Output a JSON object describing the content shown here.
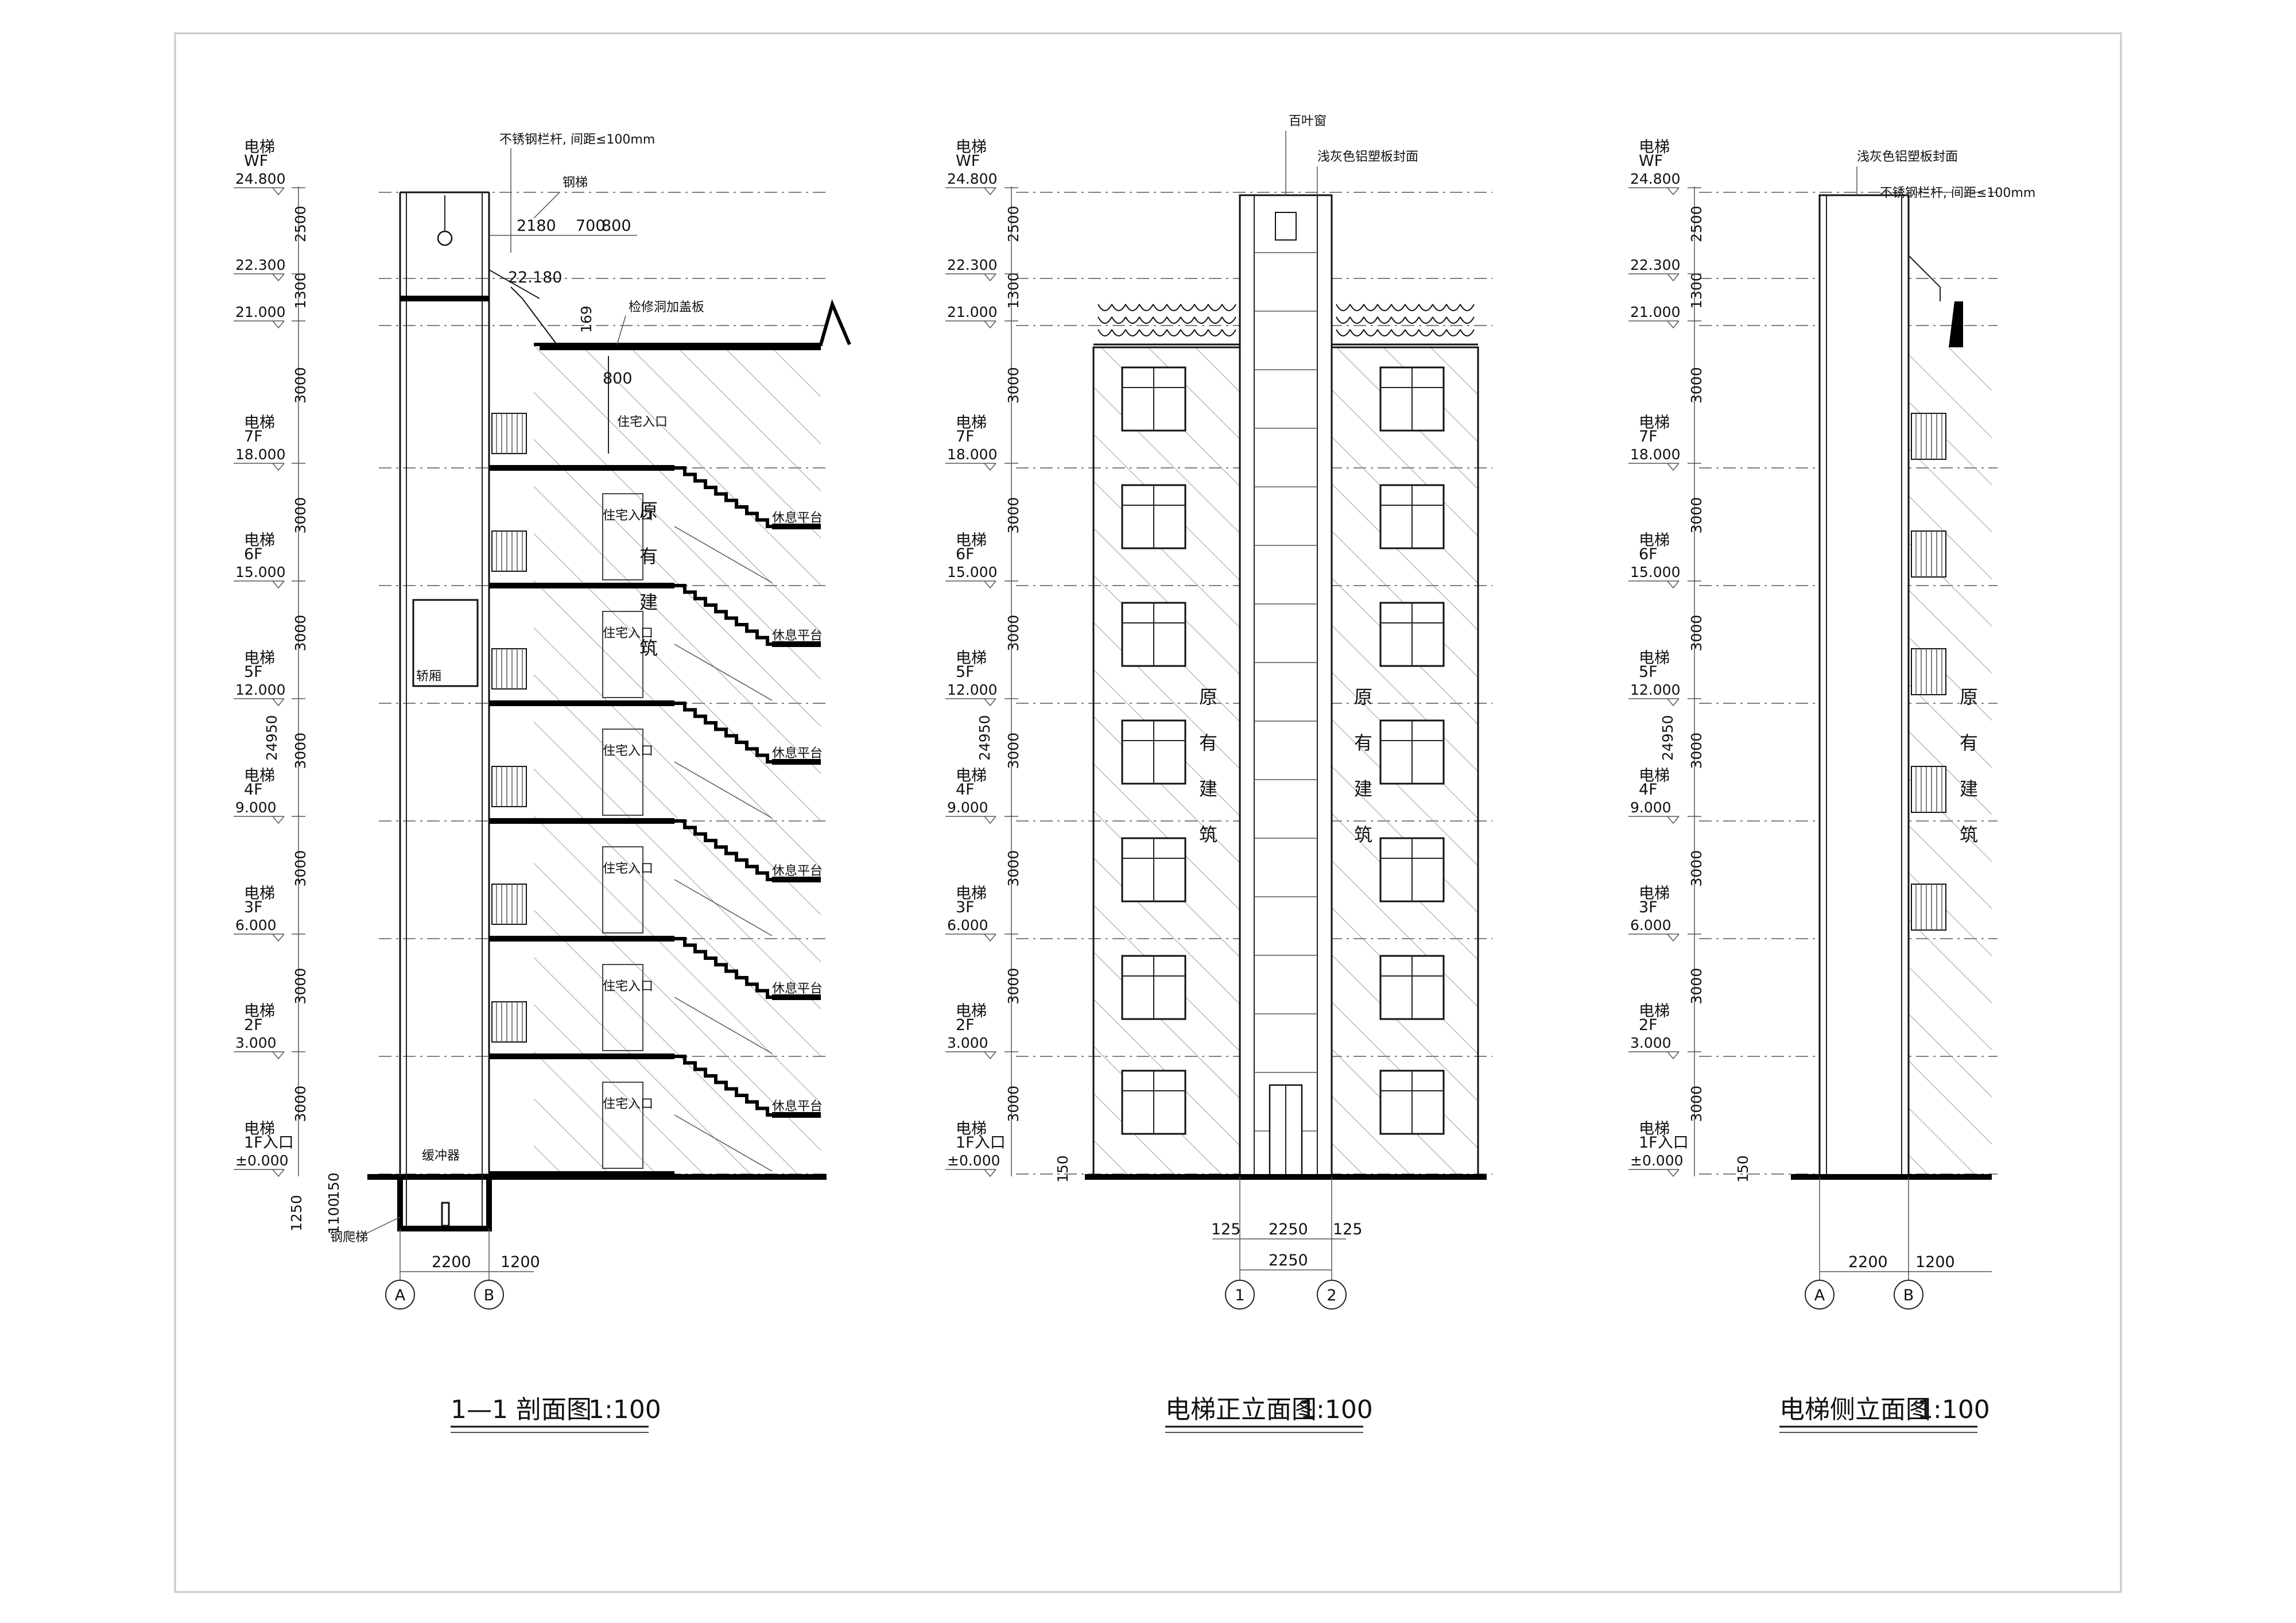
{
  "drawings": [
    {
      "id": "section",
      "title": "1—1 剖面图",
      "scale": "1:100"
    },
    {
      "id": "front",
      "title": "电梯正立面图",
      "scale": "1:100"
    },
    {
      "id": "side",
      "title": "电梯侧立面图",
      "scale": "1:100"
    }
  ],
  "levels": [
    {
      "label": "电梯\nWF",
      "elev": "24.800"
    },
    {
      "label": "",
      "elev": "22.300"
    },
    {
      "label": "",
      "elev": "21.000"
    },
    {
      "label": "电梯\n7F",
      "elev": "18.000"
    },
    {
      "label": "电梯\n6F",
      "elev": "15.000"
    },
    {
      "label": "电梯\n5F",
      "elev": "12.000"
    },
    {
      "label": "电梯\n4F",
      "elev": "9.000"
    },
    {
      "label": "电梯\n3F",
      "elev": "6.000"
    },
    {
      "label": "电梯\n2F",
      "elev": "3.000"
    },
    {
      "label": "电梯\n1F入口",
      "elev": "±0.000"
    }
  ],
  "story_dims": [
    "2500",
    "1300",
    "3000",
    "3000",
    "3000",
    "3000",
    "3000",
    "3000",
    "3000"
  ],
  "total_height": "24950",
  "pit_dims": [
    "150",
    "1100",
    "1250"
  ],
  "front_bottom_dim": "150",
  "notes": {
    "railing": "不锈钢栏杆, 间距≤100mm",
    "steel_stair": "钢梯",
    "hatch_cover": "检修洞加盖板",
    "louver": "百叶窗",
    "cladding": "浅灰色铝塑板封面",
    "entry": "住宅入口",
    "landing": "休息平台",
    "car": "轿厢",
    "buffer": "缓冲器",
    "ladder": "钢爬梯",
    "existing": "原有建筑"
  },
  "section_dims": {
    "roof": [
      "2180",
      "700",
      "800"
    ],
    "roof_elev": "22.180",
    "hatch": "169",
    "stair_top": "800",
    "parapet": "1300",
    "bottom": [
      "2200",
      "1200"
    ]
  },
  "front_dims": {
    "bottom": [
      "125",
      "2250",
      "125"
    ],
    "total": "2250"
  },
  "side_dims": {
    "bottom": [
      "2200",
      "1200"
    ]
  },
  "axes": {
    "section": [
      "A",
      "B"
    ],
    "front": [
      "1",
      "2"
    ],
    "side": [
      "A",
      "B"
    ]
  },
  "colors": {
    "line": "#111111",
    "hatch": "#9a9a9a",
    "grid": "#7f7f7f",
    "frame": "#c8c8c8"
  }
}
